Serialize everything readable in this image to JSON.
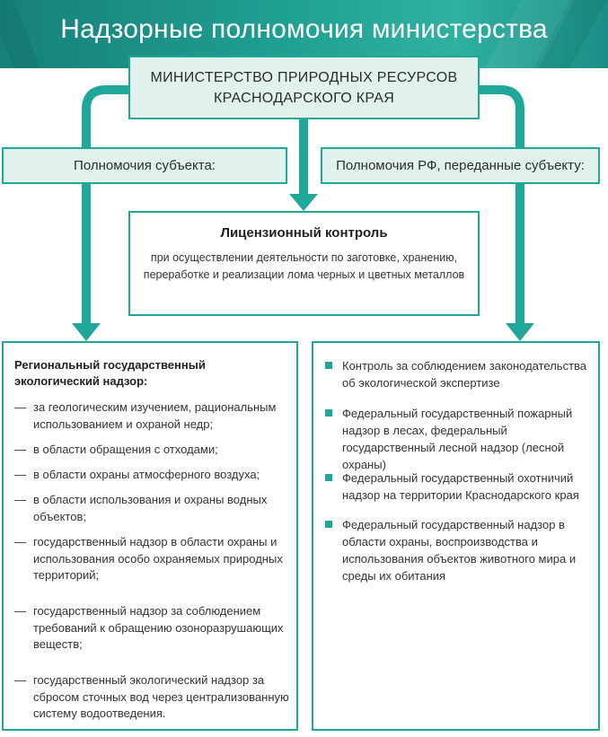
{
  "header": {
    "title": "Надзорные полномочия министерства"
  },
  "ministry": {
    "line1": "МИНИСТЕРСТВО ПРИРОДНЫХ РЕСУРСОВ",
    "line2": "КРАСНОДАРСКОГО КРАЯ"
  },
  "categories": {
    "left": "Полномочия субъекта:",
    "right": "Полномочия РФ, переданные субъекту:"
  },
  "license": {
    "title": "Лицензионный контроль",
    "description": "при осуществлении деятельности по заготовке, хранению, переработке и реализации лома черных и цветных металлов"
  },
  "left_panel": {
    "heading": "Региональный государственный экологический надзор:",
    "items": [
      "за геологическим изучением, рациональным использованием и охраной недр;",
      "в области обращения с отходами;",
      "в области охраны атмосферного воздуха;",
      "в области использования и охраны водных объектов;",
      "государственный надзор в области охраны и использования особо охраняемых природных территорий;",
      "государственный надзор за соблюдением требований к обращению озоноразрушающих веществ;",
      "государственный экологический надзор за сбросом сточных вод через централизованную систему водоотведения."
    ]
  },
  "right_panel": {
    "items": [
      "Контроль за соблюдением законодательства об экологической экспертизе",
      "Федеральный государственный пожарный надзор в лесах, федеральный государственный лесной надзор (лесной охраны)",
      "Федеральный государственный охотничий надзор на территории Краснодарского края",
      "Федеральный государственный надзор в области охраны, воспроизводства и использования объектов животного мира и среды их обитания"
    ]
  },
  "colors": {
    "accent": "#1fa89a",
    "box_fill": "#e1f2ed",
    "header_start": "#17807a",
    "header_end": "#2fb1a1"
  }
}
